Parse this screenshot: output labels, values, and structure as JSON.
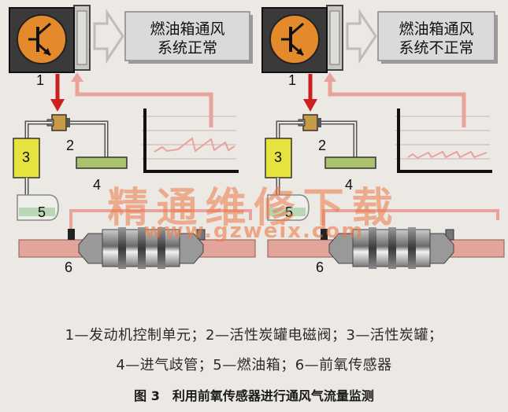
{
  "panels": [
    {
      "status_line1": "燃油箱通风",
      "status_line2": "系统正常"
    },
    {
      "status_line1": "燃油箱通风",
      "status_line2": "系统不正常"
    }
  ],
  "numbers": [
    "1",
    "2",
    "3",
    "4",
    "5",
    "6"
  ],
  "legend": {
    "line1": "1—发动机控制单元；2—活性炭罐电磁阀；3—活性炭罐；",
    "line2": "4—进气歧管；5—燃油箱；6—前氧传感器"
  },
  "figure_title": "图 3　利用前氧传感器进行通风气流量监测",
  "watermark": {
    "text": "精通维修下载",
    "url": "www.gzweix.com"
  },
  "colors": {
    "ecu_orange": "#e48a2c",
    "arrow_red": "#cc2020",
    "pipe_pink": "#e8a39c",
    "canister_yellow": "#e6e23e",
    "manifold_green": "#a9c26e",
    "status_box": "#dcdad8"
  },
  "icons": [
    "transistor-icon",
    "arrow-right-icon",
    "arrow-down-icon"
  ]
}
